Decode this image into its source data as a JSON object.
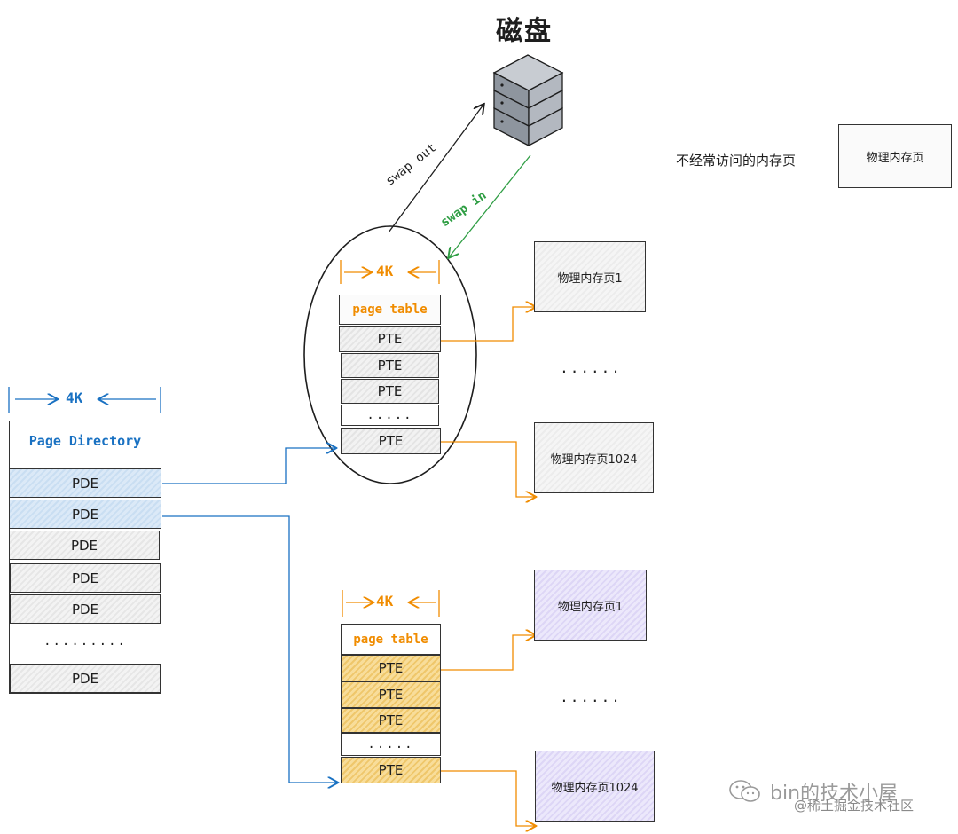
{
  "disk": {
    "title": "磁盘",
    "icon": "server-icon"
  },
  "swap": {
    "out": "swap out",
    "in": "swap in"
  },
  "legend": {
    "description": "不经常访问的内存页",
    "box": "物理内存页"
  },
  "page_directory": {
    "size_label": "4K",
    "title": "Page Directory",
    "entries": [
      "PDE",
      "PDE",
      "PDE",
      "PDE",
      "PDE",
      "PDE"
    ],
    "ellipsis": "........."
  },
  "page_table_1": {
    "size_label": "4K",
    "title": "page table",
    "entries": [
      "PTE",
      "PTE",
      "PTE",
      "PTE"
    ],
    "ellipsis": ".....",
    "pages": [
      "物理内存页1",
      "物理内存页1024"
    ],
    "pages_ellipsis": "......"
  },
  "page_table_2": {
    "size_label": "4K",
    "title": "page table",
    "entries": [
      "PTE",
      "PTE",
      "PTE",
      "PTE"
    ],
    "ellipsis": ".....",
    "pages": [
      "物理内存页1",
      "物理内存页1024"
    ],
    "pages_ellipsis": "......"
  },
  "watermark": {
    "main": "bin的技术小屋",
    "sub": "@稀土掘金技术社区"
  },
  "colors": {
    "blue": "#1971c2",
    "orange": "#f08c00",
    "green": "#2f9e44",
    "pte_yellow": "#f5d27a",
    "page_purple": "#e5dff8"
  }
}
